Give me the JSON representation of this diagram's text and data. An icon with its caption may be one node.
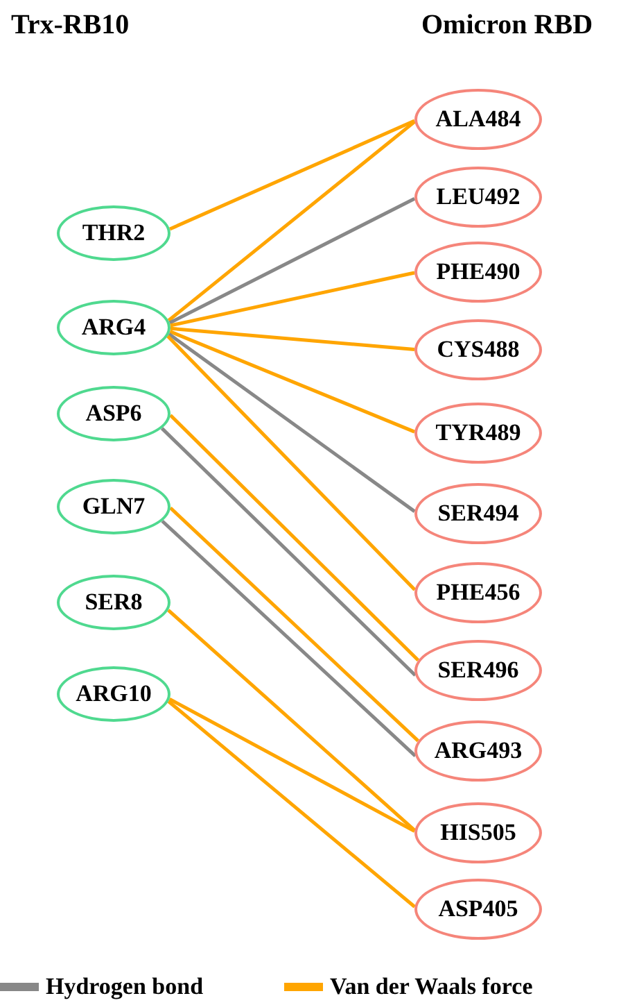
{
  "diagram": {
    "nodes": [
      {
        "text": [
          "THR2"
        ]
      },
      {
        "text": [
          "ARG4"
        ]
      },
      {
        "text": [
          "ASP6"
        ]
      },
      {
        "text": [
          "GLN7"
        ]
      },
      {
        "text": [
          "SER8"
        ]
      },
      {
        "text": [
          "ARG10"
        ]
      },
      {
        "text": [
          "ALA484"
        ]
      },
      {
        "text": [
          "LEU492"
        ]
      },
      {
        "text": [
          "PHE490"
        ]
      },
      {
        "text": [
          "CYS488"
        ]
      },
      {
        "text": [
          "TYR489"
        ]
      },
      {
        "text": [
          "SER494"
        ]
      },
      {
        "text": [
          "PHE456"
        ]
      },
      {
        "text": [
          "SER496"
        ]
      },
      {
        "text": [
          "ARG493"
        ]
      },
      {
        "text": [
          "HIS505"
        ]
      },
      {
        "text": [
          "ASP405"
        ]
      }
    ],
    "edges": [
      {
        "from": 0,
        "to": 6,
        "arrow": "none"
      },
      {
        "from": 1,
        "to": 6,
        "arrow": "none"
      },
      {
        "from": 1,
        "to": 7,
        "arrow": "none",
        "color": "#888888"
      },
      {
        "from": 1,
        "to": 8,
        "arrow": "none"
      },
      {
        "from": 1,
        "to": 9,
        "arrow": "none"
      },
      {
        "from": 1,
        "to": 10,
        "arrow": "none"
      },
      {
        "from": 1,
        "to": 11,
        "arrow": "none",
        "color": "#888888"
      },
      {
        "from": 1,
        "to": 12,
        "arrow": "none"
      },
      {
        "from": 2,
        "to": 13,
        "arrow": "none"
      },
      {
        "from": 2,
        "to": 13,
        "arrow": "none",
        "color": "#888888"
      },
      {
        "from": 3,
        "to": 14,
        "arrow": "none"
      },
      {
        "from": 3,
        "to": 14,
        "arrow": "none",
        "color": "#888888"
      },
      {
        "from": 4,
        "to": 15,
        "arrow": "none"
      },
      {
        "from": 5,
        "to": 15,
        "arrow": "none"
      },
      {
        "from": 5,
        "to": 16,
        "arrow": "none"
      }
    ],
    "labels": [
      "Trx-RB10",
      "Omicron RBD"
    ],
    "legend": [
      {
        "text": "Hydrogen bond",
        "color": "#888888"
      },
      {
        "text": "Van der Waals force",
        "color": "#ffa500"
      }
    ]
  }
}
